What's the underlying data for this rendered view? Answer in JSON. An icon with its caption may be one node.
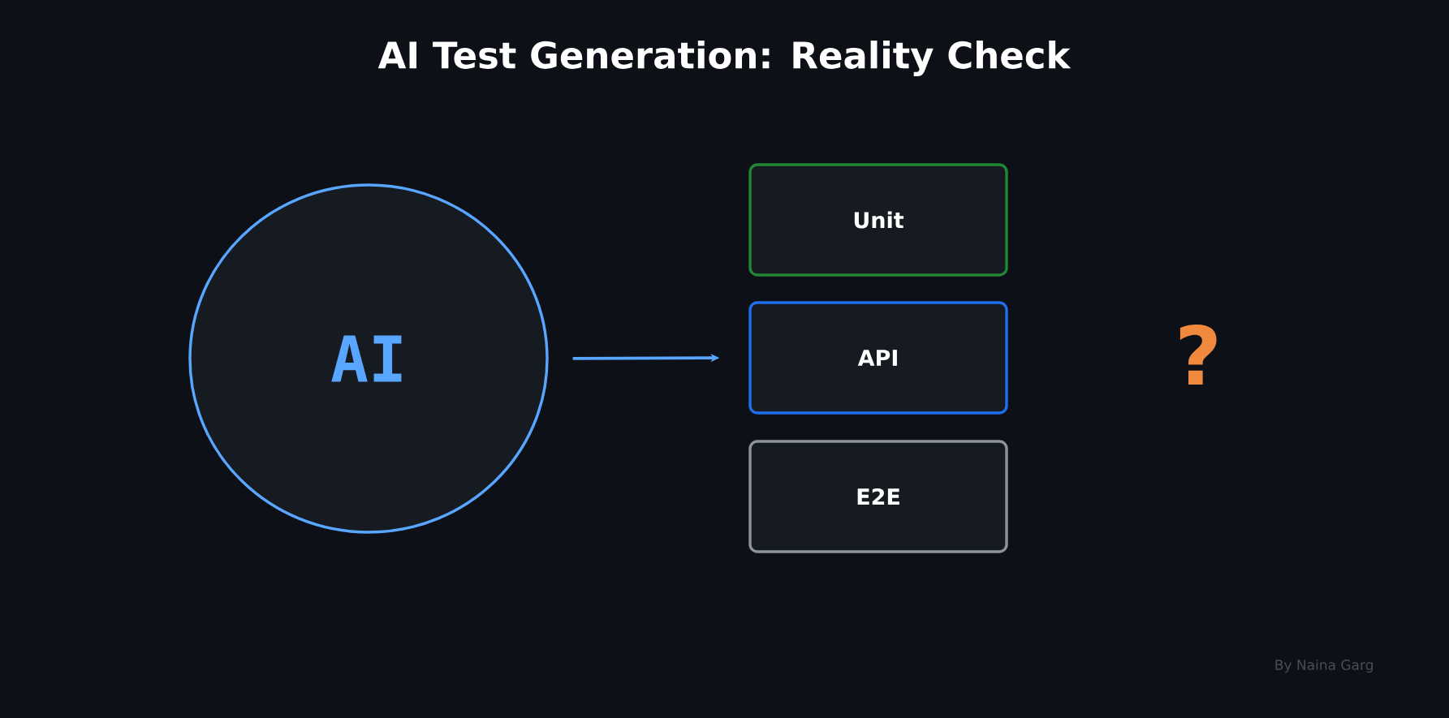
{
  "diagram": {
    "title": "AI Test Generation: Reality Check",
    "nodes": [
      {
        "text": [
          "AI"
        ]
      },
      {
        "text": [
          "Unit"
        ]
      },
      {
        "text": [
          "API"
        ]
      },
      {
        "text": [
          "E2E"
        ]
      }
    ],
    "edges": [
      {
        "from": 0,
        "to": 2,
        "arrow": "to"
      }
    ],
    "labels": [
      "?",
      "By Naina Garg"
    ]
  }
}
